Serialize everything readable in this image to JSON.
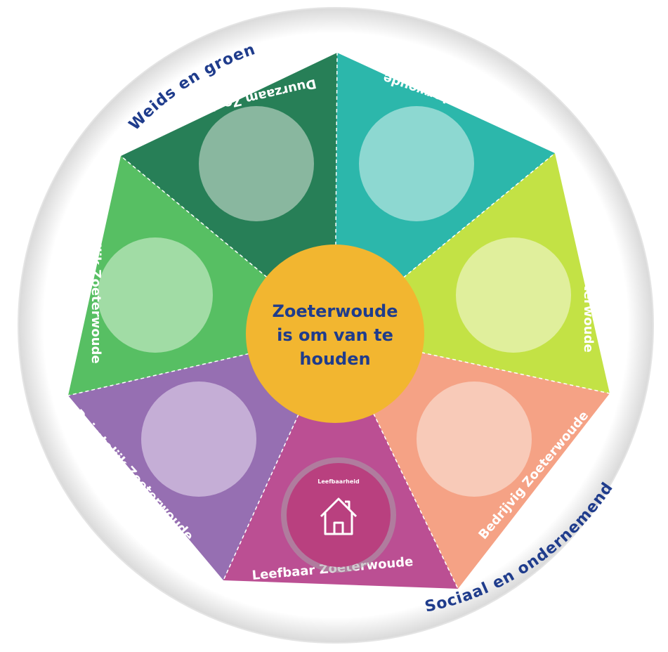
{
  "ring_labels": {
    "top_left": "Weids en groen",
    "bottom_right": "Sociaal en ondernemend"
  },
  "center": {
    "lines": [
      "Zoeterwoude",
      "is om van te",
      "houden"
    ],
    "color": "#f2b630"
  },
  "segments": [
    {
      "label": "Duurzaam Zoeterwoude",
      "color": "#277f57",
      "circle": "#89b79f"
    },
    {
      "label": "Gezond Zoeterwoude",
      "color": "#2cb7ab",
      "circle": "#8dd8d1"
    },
    {
      "label": "Samen Zoeterwoude",
      "color": "#c3e245",
      "circle": "#e0ef9c"
    },
    {
      "label": "Bedrijvig Zoeterwoude",
      "color": "#f5a285",
      "circle": "#f8cab8"
    },
    {
      "label": "Leefbaar Zoeterwoude",
      "color": "#bb4f93",
      "circle": "#b8407f"
    },
    {
      "label": "Ruimtelijk Zoeterwoude",
      "color": "#966fb2",
      "circle": "#c5aed6"
    },
    {
      "label": "Natuurlijk Zoeterwoude",
      "color": "#57bf63",
      "circle": "#a1dca5"
    }
  ],
  "badge": {
    "label": "Leefbaarheid",
    "icon": "house-icon"
  },
  "colors": {
    "ring": "#ffffff",
    "ring_text": "#1f3c8c",
    "divider": "#ffffff"
  }
}
